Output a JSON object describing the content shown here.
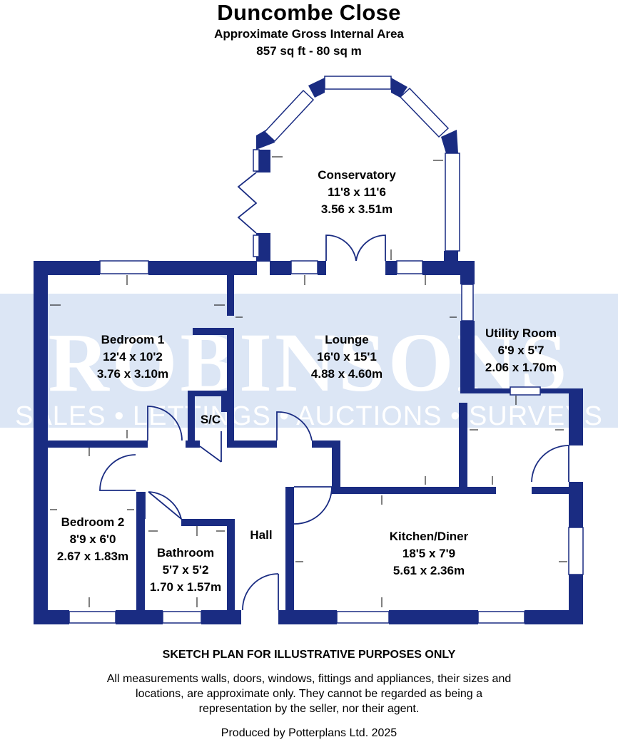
{
  "header": {
    "title": "Duncombe Close",
    "area_label": "Approximate Gross Internal Area",
    "area_value": "857 sq ft - 80 sq m"
  },
  "colors": {
    "wall": "#1a2c82",
    "watermark_band": "#dce6f5",
    "watermark_text": "#ffffff"
  },
  "watermark": {
    "brand": "ROBINSONS",
    "tagline": "SALES • LETTINGS • AUCTIONS • SURVEYS"
  },
  "rooms": [
    {
      "id": "conservatory",
      "name": "Conservatory",
      "imperial": "11'8 x 11'6",
      "metric": "3.56 x 3.51m"
    },
    {
      "id": "bedroom1",
      "name": "Bedroom 1",
      "imperial": "12'4 x 10'2",
      "metric": "3.76 x 3.10m"
    },
    {
      "id": "lounge",
      "name": "Lounge",
      "imperial": "16'0 x 15'1",
      "metric": "4.88 x 4.60m"
    },
    {
      "id": "utility",
      "name": "Utility Room",
      "imperial": "6'9 x 5'7",
      "metric": "2.06 x 1.70m"
    },
    {
      "id": "sc",
      "name": "S/C"
    },
    {
      "id": "bedroom2",
      "name": "Bedroom 2",
      "imperial": "8'9 x 6'0",
      "metric": "2.67 x 1.83m"
    },
    {
      "id": "bathroom",
      "name": "Bathroom",
      "imperial": "5'7 x 5'2",
      "metric": "1.70 x 1.57m"
    },
    {
      "id": "hall",
      "name": "Hall"
    },
    {
      "id": "kitchen",
      "name": "Kitchen/Diner",
      "imperial": "18'5 x 7'9",
      "metric": "5.61 x 2.36m"
    }
  ],
  "footer": {
    "disclaimer_title": "SKETCH PLAN FOR ILLUSTRATIVE PURPOSES ONLY",
    "disclaimer": "All measurements walls, doors, windows, fittings and appliances, their sizes and locations, are approximate only. They cannot be regarded as being a representation by the seller, nor their agent.",
    "credit": "Produced by Potterplans Ltd. 2025"
  }
}
